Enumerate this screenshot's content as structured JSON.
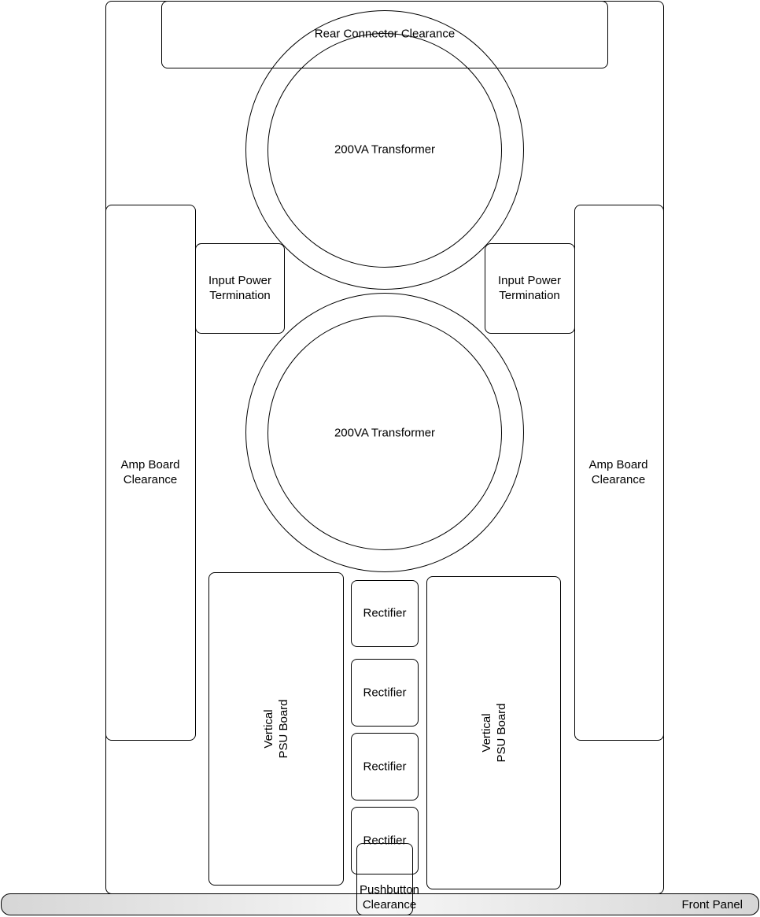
{
  "diagram": {
    "front_panel_label": "Front Panel",
    "rear_connector_label": "Rear Connector Clearance",
    "transformers": [
      {
        "label": "200VA Transformer"
      },
      {
        "label": "200VA Transformer"
      }
    ],
    "input_power_terminations": [
      {
        "label": "Input Power\nTermination"
      },
      {
        "label": "Input Power\nTermination"
      }
    ],
    "amp_board_clearances": [
      {
        "label": "Amp Board\nClearance"
      },
      {
        "label": "Amp Board\nClearance"
      }
    ],
    "psu_boards": [
      {
        "label": "Vertical\nPSU Board"
      },
      {
        "label": "Vertical\nPSU Board"
      }
    ],
    "rectifiers": [
      {
        "label": "Rectifier"
      },
      {
        "label": "Rectifier"
      },
      {
        "label": "Rectifier"
      },
      {
        "label": "Rectifier"
      }
    ],
    "pushbutton_label": "Pushbutton\nClearance"
  }
}
